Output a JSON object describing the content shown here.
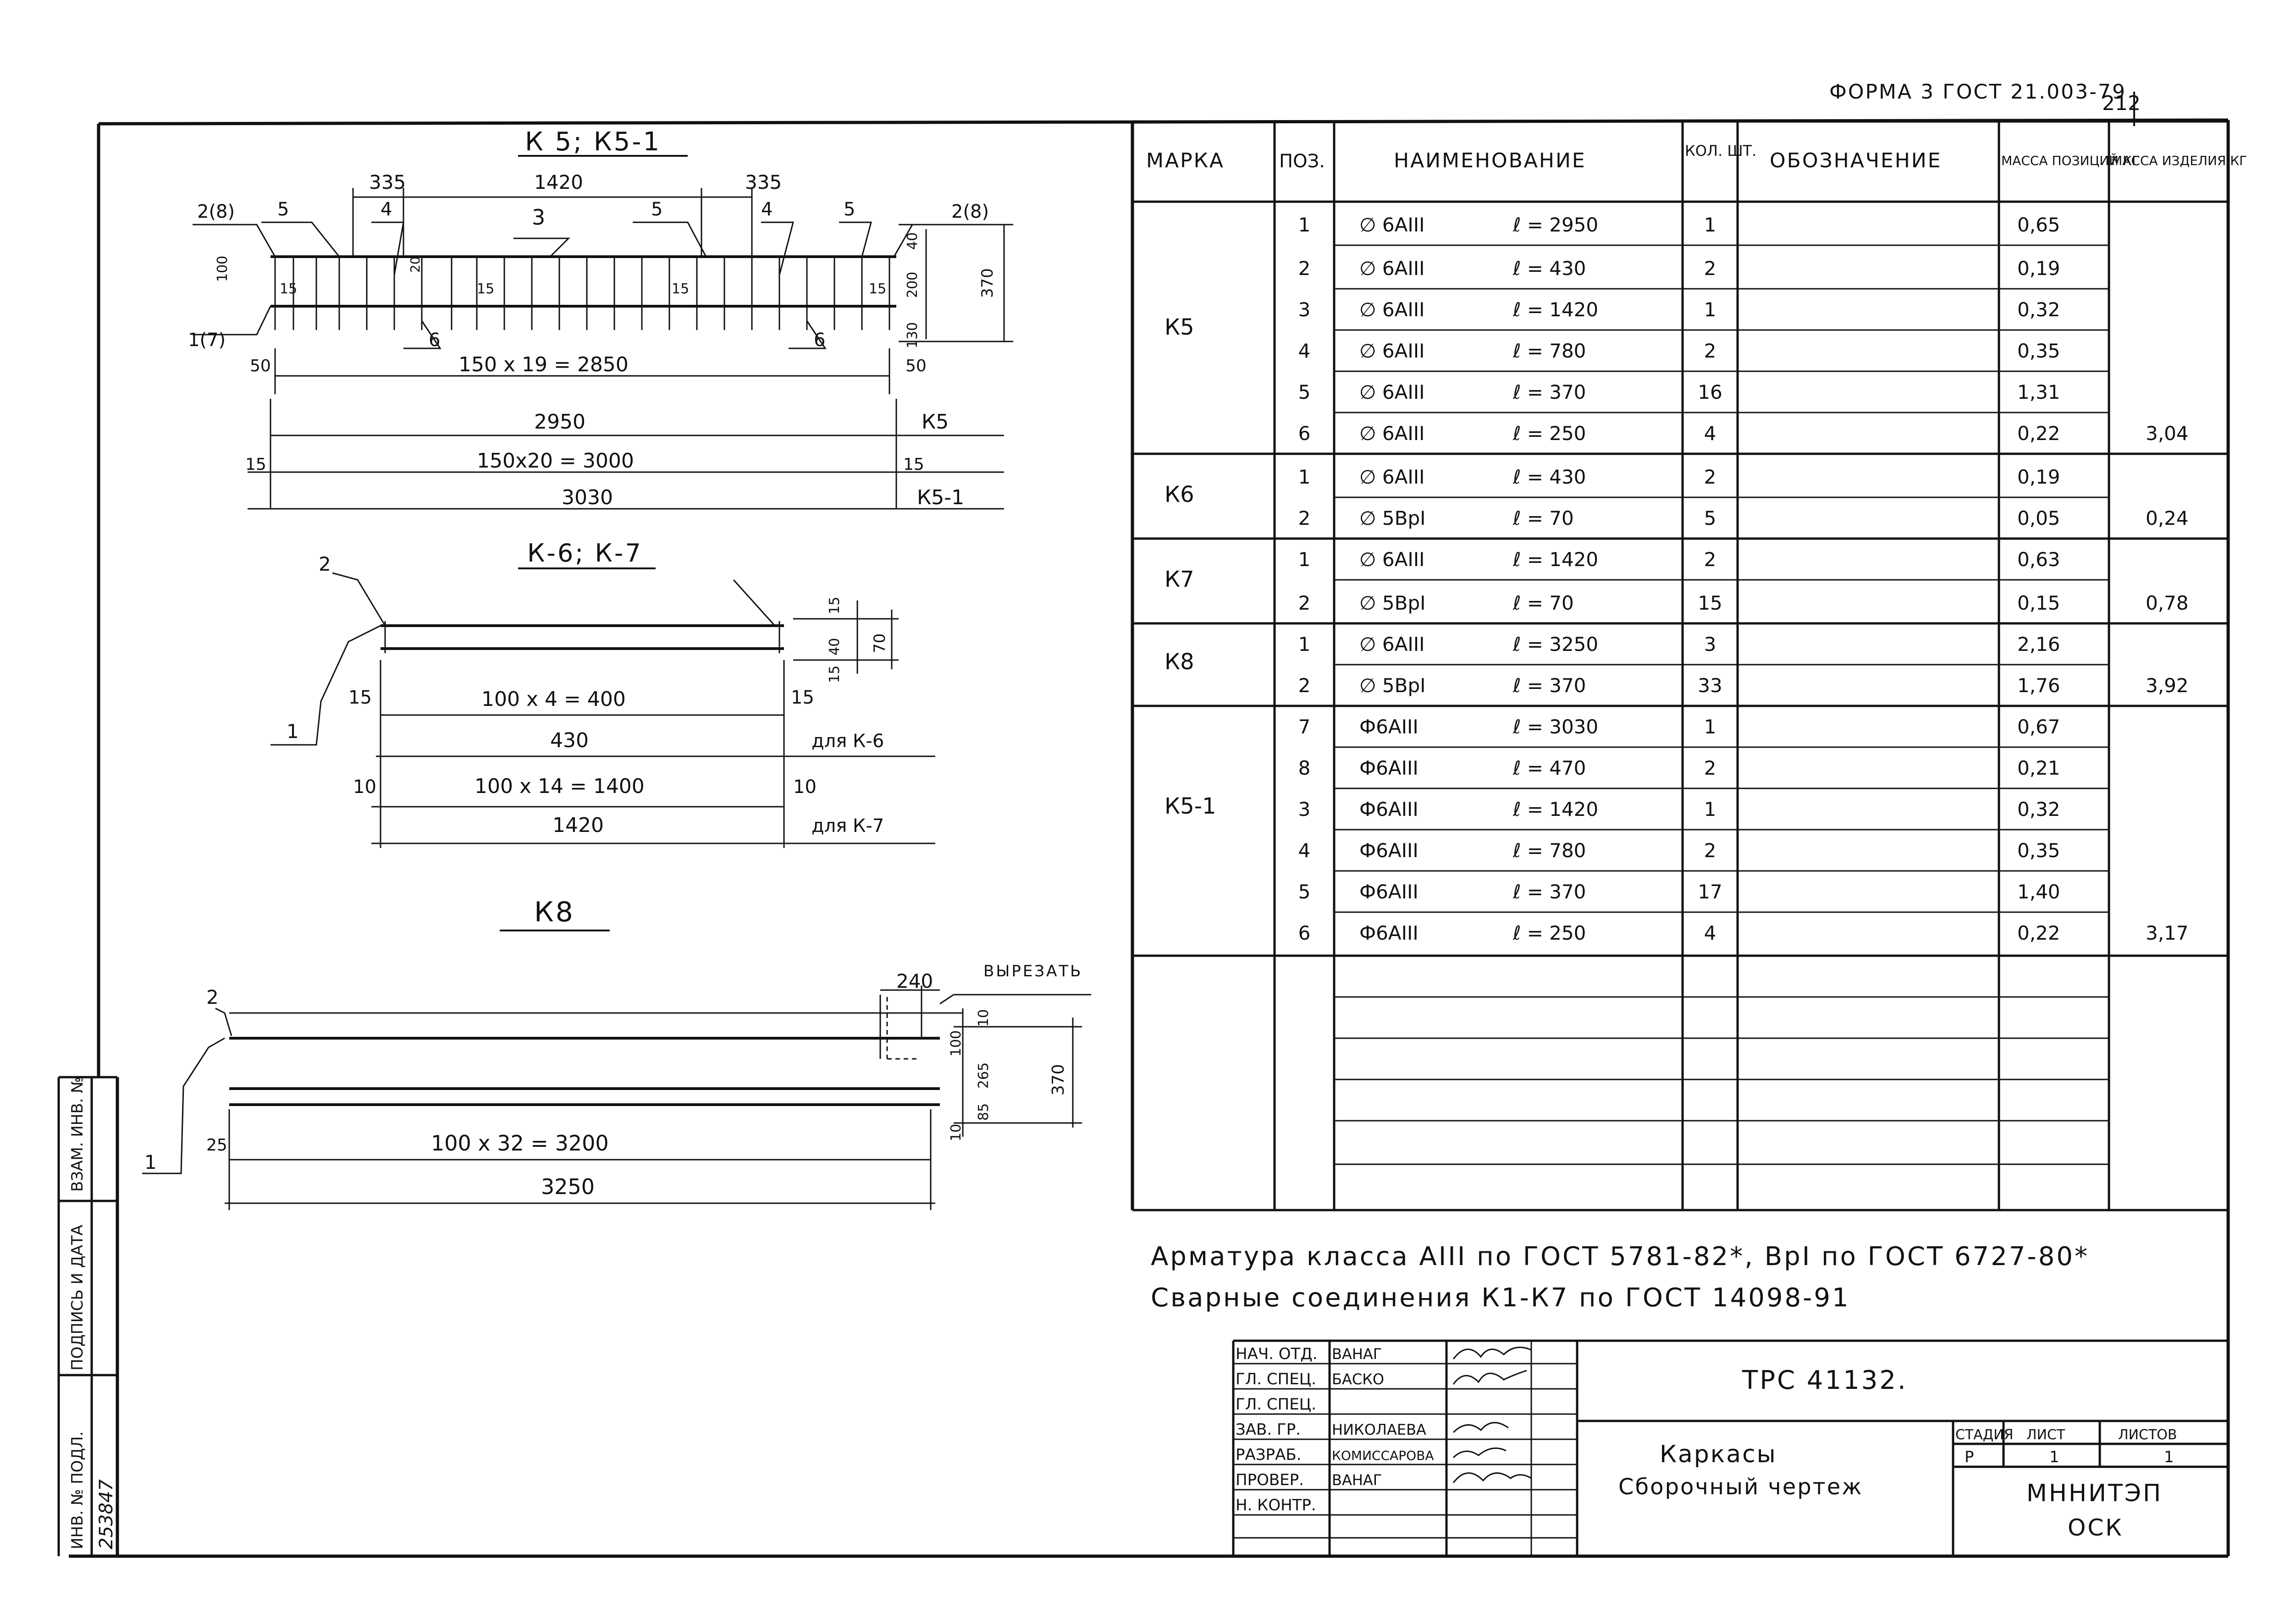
{
  "form_label": "ФОРМА 3 ГОСТ 21.003-79",
  "page_number": "212",
  "left_stamp": {
    "vzam_inv": "ВЗАМ. ИНВ. №",
    "podpis_data": "ПОДПИСЬ И ДАТА",
    "inv_podl": "ИНВ. № ПОДЛ.",
    "inv_number": "253847"
  },
  "drawing_k5": {
    "title": "К 5; К5-1",
    "dim_top_left": "335",
    "dim_top_mid": "1420",
    "dim_top_right": "335",
    "calls": [
      "2(8)",
      "5",
      "4",
      "3",
      "5",
      "4",
      "5",
      "2(8)",
      "1(7)",
      "6",
      "6"
    ],
    "small_dims": [
      "100",
      "15",
      "20",
      "15",
      "15",
      "15",
      "40",
      "200",
      "130",
      "370"
    ],
    "dim_spacing": "150 x 19 = 2850",
    "end_left": "50",
    "end_right": "50",
    "dim_total_k5": "2950",
    "label_k5": "К5",
    "end15_left": "15",
    "end15_right": "15",
    "dim_spacing_k51": "150x20 = 3000",
    "dim_total_k51": "3030",
    "label_k51": "К5-1"
  },
  "drawing_k6": {
    "title": "К-6; К-7",
    "call_2": "2",
    "call_1": "1",
    "v15a": "15",
    "v40": "40",
    "v70": "70",
    "v15b": "15",
    "end_left_k6": "15",
    "end_right_k6": "15",
    "spacing_k6": "100 x 4 = 400",
    "total_k6": "430",
    "for_k6": "для К-6",
    "end_left_k7": "10",
    "end_right_k7": "10",
    "spacing_k7": "100 x 14 = 1400",
    "total_k7": "1420",
    "for_k7": "для К-7"
  },
  "drawing_k8": {
    "title": "К8",
    "cut_label": "ВЫРЕЗАТЬ",
    "dim_240": "240",
    "call_2": "2",
    "call_1": "1",
    "v10a": "10",
    "v100": "100",
    "v265": "265",
    "v85": "85",
    "v10b": "10",
    "v370": "370",
    "end_left": "25",
    "spacing": "100 x 32 = 3200",
    "total": "3250"
  },
  "spec_table": {
    "headers": {
      "marka": "МАРКА",
      "poz": "ПОЗ.",
      "naim": "НАИМЕНОВАНИЕ",
      "kol": "КОЛ. ШТ.",
      "oboz": "ОБОЗНАЧЕНИЕ",
      "massa_poz": "МАССА ПОЗИЦИЙ КГ",
      "massa_izd": "МАССА ИЗДЕЛИЯ КГ"
    },
    "groups": [
      {
        "marka": "К5",
        "rows": [
          {
            "poz": "1",
            "bar": "∅ 6АIII",
            "len": "ℓ = 2950",
            "qty": "1",
            "mass": "0,65",
            "total": ""
          },
          {
            "poz": "2",
            "bar": "∅ 6АIII",
            "len": "ℓ = 430",
            "qty": "2",
            "mass": "0,19",
            "total": ""
          },
          {
            "poz": "3",
            "bar": "∅ 6АIII",
            "len": "ℓ = 1420",
            "qty": "1",
            "mass": "0,32",
            "total": ""
          },
          {
            "poz": "4",
            "bar": "∅ 6АIII",
            "len": "ℓ = 780",
            "qty": "2",
            "mass": "0,35",
            "total": ""
          },
          {
            "poz": "5",
            "bar": "∅ 6АIII",
            "len": "ℓ = 370",
            "qty": "16",
            "mass": "1,31",
            "total": ""
          },
          {
            "poz": "6",
            "bar": "∅ 6АIII",
            "len": "ℓ = 250",
            "qty": "4",
            "mass": "0,22",
            "total": "3,04"
          }
        ]
      },
      {
        "marka": "К6",
        "rows": [
          {
            "poz": "1",
            "bar": "∅ 6АIII",
            "len": "ℓ = 430",
            "qty": "2",
            "mass": "0,19",
            "total": ""
          },
          {
            "poz": "2",
            "bar": "∅ 5ВрI",
            "len": "ℓ = 70",
            "qty": "5",
            "mass": "0,05",
            "total": "0,24"
          }
        ]
      },
      {
        "marka": "К7",
        "rows": [
          {
            "poz": "1",
            "bar": "∅ 6АIII",
            "len": "ℓ = 1420",
            "qty": "2",
            "mass": "0,63",
            "total": ""
          },
          {
            "poz": "2",
            "bar": "∅ 5ВрI",
            "len": "ℓ = 70",
            "qty": "15",
            "mass": "0,15",
            "total": "0,78"
          }
        ]
      },
      {
        "marka": "К8",
        "rows": [
          {
            "poz": "1",
            "bar": "∅ 6АIII",
            "len": "ℓ = 3250",
            "qty": "3",
            "mass": "2,16",
            "total": ""
          },
          {
            "poz": "2",
            "bar": "∅ 5ВрI",
            "len": "ℓ = 370",
            "qty": "33",
            "mass": "1,76",
            "total": "3,92"
          }
        ]
      },
      {
        "marka": "К5-1",
        "rows": [
          {
            "poz": "7",
            "bar": "Ф6АIII",
            "len": "ℓ = 3030",
            "qty": "1",
            "mass": "0,67",
            "total": ""
          },
          {
            "poz": "8",
            "bar": "Ф6АIII",
            "len": "ℓ = 470",
            "qty": "2",
            "mass": "0,21",
            "total": ""
          },
          {
            "poz": "3",
            "bar": "Ф6АIII",
            "len": "ℓ = 1420",
            "qty": "1",
            "mass": "0,32",
            "total": ""
          },
          {
            "poz": "4",
            "bar": "Ф6АIII",
            "len": "ℓ = 780",
            "qty": "2",
            "mass": "0,35",
            "total": ""
          },
          {
            "poz": "5",
            "bar": "Ф6АIII",
            "len": "ℓ = 370",
            "qty": "17",
            "mass": "1,40",
            "total": ""
          },
          {
            "poz": "6",
            "bar": "Ф6АIII",
            "len": "ℓ = 250",
            "qty": "4",
            "mass": "0,22",
            "total": "3,17"
          }
        ]
      }
    ]
  },
  "notes": {
    "line1": "Арматура класса АIII по ГОСТ 5781-82*, ВрI по ГОСТ 6727-80*",
    "line2": "Сварные соединения К1-К7 по ГОСТ 14098-91"
  },
  "title_block": {
    "roles": [
      "НАЧ. ОТД.",
      "ГЛ. СПЕЦ.",
      "ГЛ. СПЕЦ.",
      "ЗАВ. ГР.",
      "РАЗРАБ.",
      "ПРОВЕР.",
      "Н. КОНТР."
    ],
    "names": [
      "ВАНАГ",
      "БАСКО",
      "",
      "НИКОЛАЕВА",
      "КОМИССАРОВА",
      "ВАНАГ",
      ""
    ],
    "doc_code": "ТРС 41132.",
    "sheet_title_1": "Каркасы",
    "sheet_title_2": "Сборочный чертеж",
    "stadia_h": "СТАДИЯ",
    "list_h": "ЛИСТ",
    "listov_h": "ЛИСТОВ",
    "stadia": "Р",
    "list": "1",
    "listov": "1",
    "org_1": "МННИТЭП",
    "org_2": "ОСК"
  }
}
